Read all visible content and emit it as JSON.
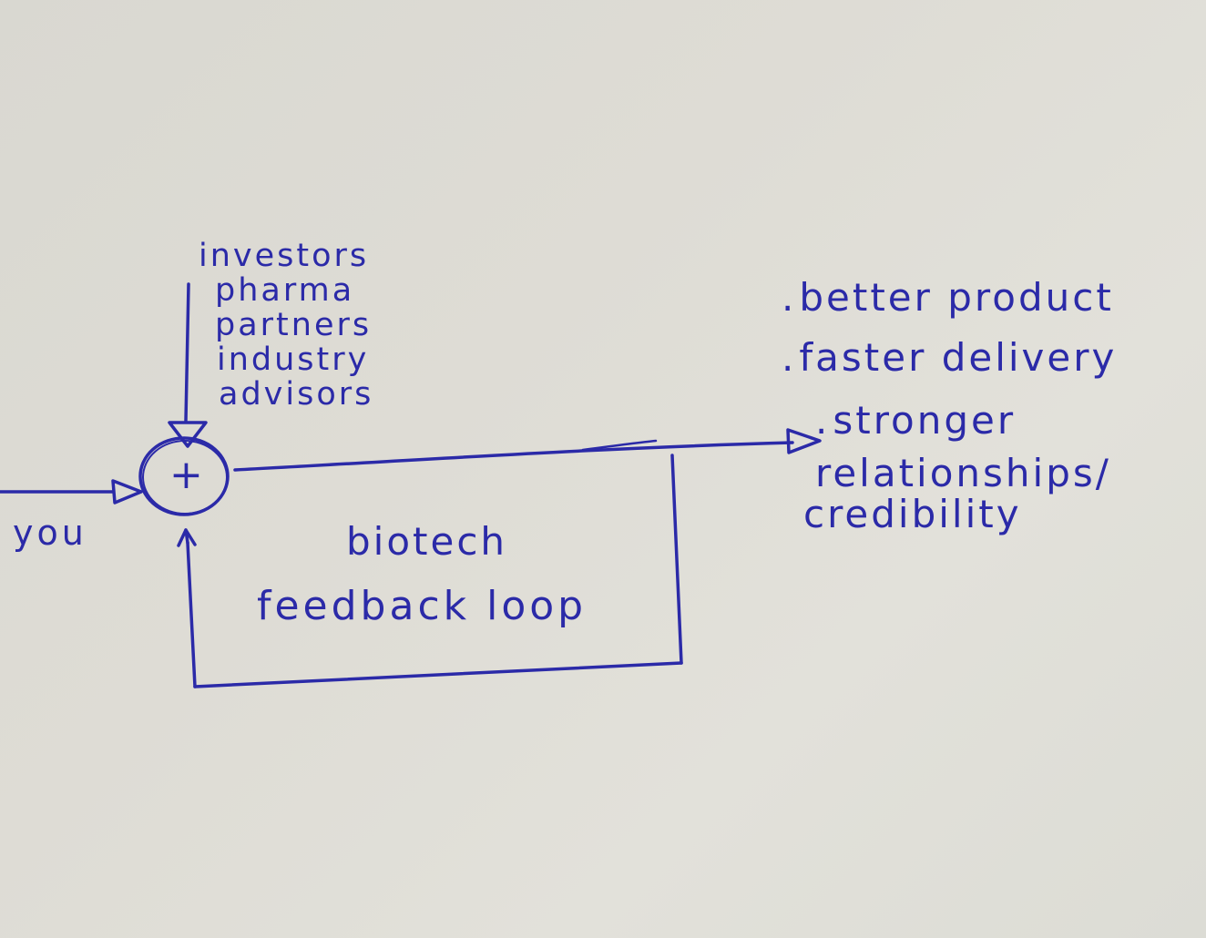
{
  "sources": [
    "investors",
    "pharma",
    "partners",
    "industry",
    "advisors"
  ],
  "input_label": "you",
  "summing_symbol": "+",
  "loop_label_line1": "biotech",
  "loop_label_line2": "feedback loop",
  "outputs": [
    "better product",
    "faster delivery",
    "stronger",
    "relationships/",
    "credibility"
  ],
  "bullet": ".",
  "ink_color": "#2b2aa8",
  "paper_color": "#dedcd5"
}
